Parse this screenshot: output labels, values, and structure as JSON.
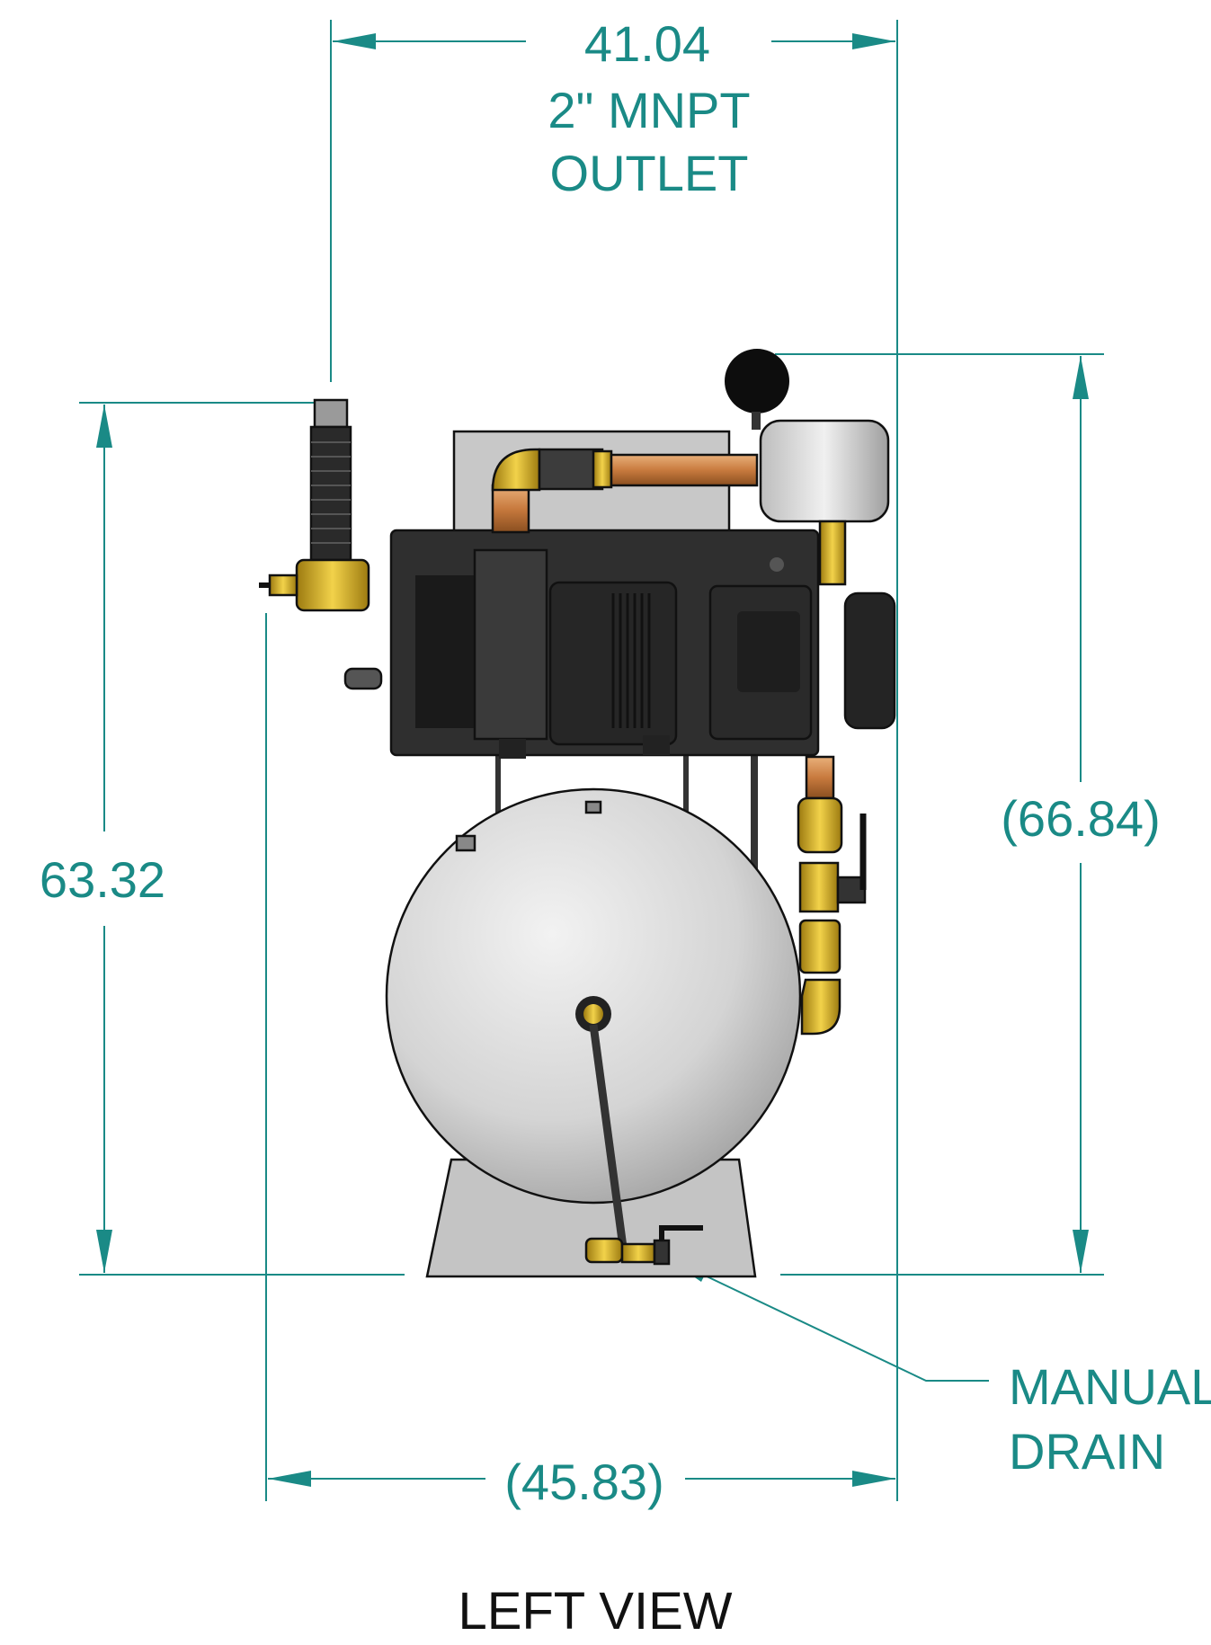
{
  "dimensions": {
    "top_width": "41.04",
    "outlet_line1": "2\" MNPT",
    "outlet_line2": "OUTLET",
    "left_height": "63.32",
    "right_height": "(66.84)",
    "bottom_width": "(45.83)"
  },
  "callout": {
    "line1": "MANUAL",
    "line2": "DRAIN"
  },
  "view_title": "LEFT VIEW",
  "colors": {
    "dimension": "#1a8a86",
    "tank": "#d9d9d9",
    "motor": "#2b2b2b",
    "brass": "#d8b21c",
    "copper": "#c87a3e",
    "panel": "#c8c8c8"
  }
}
